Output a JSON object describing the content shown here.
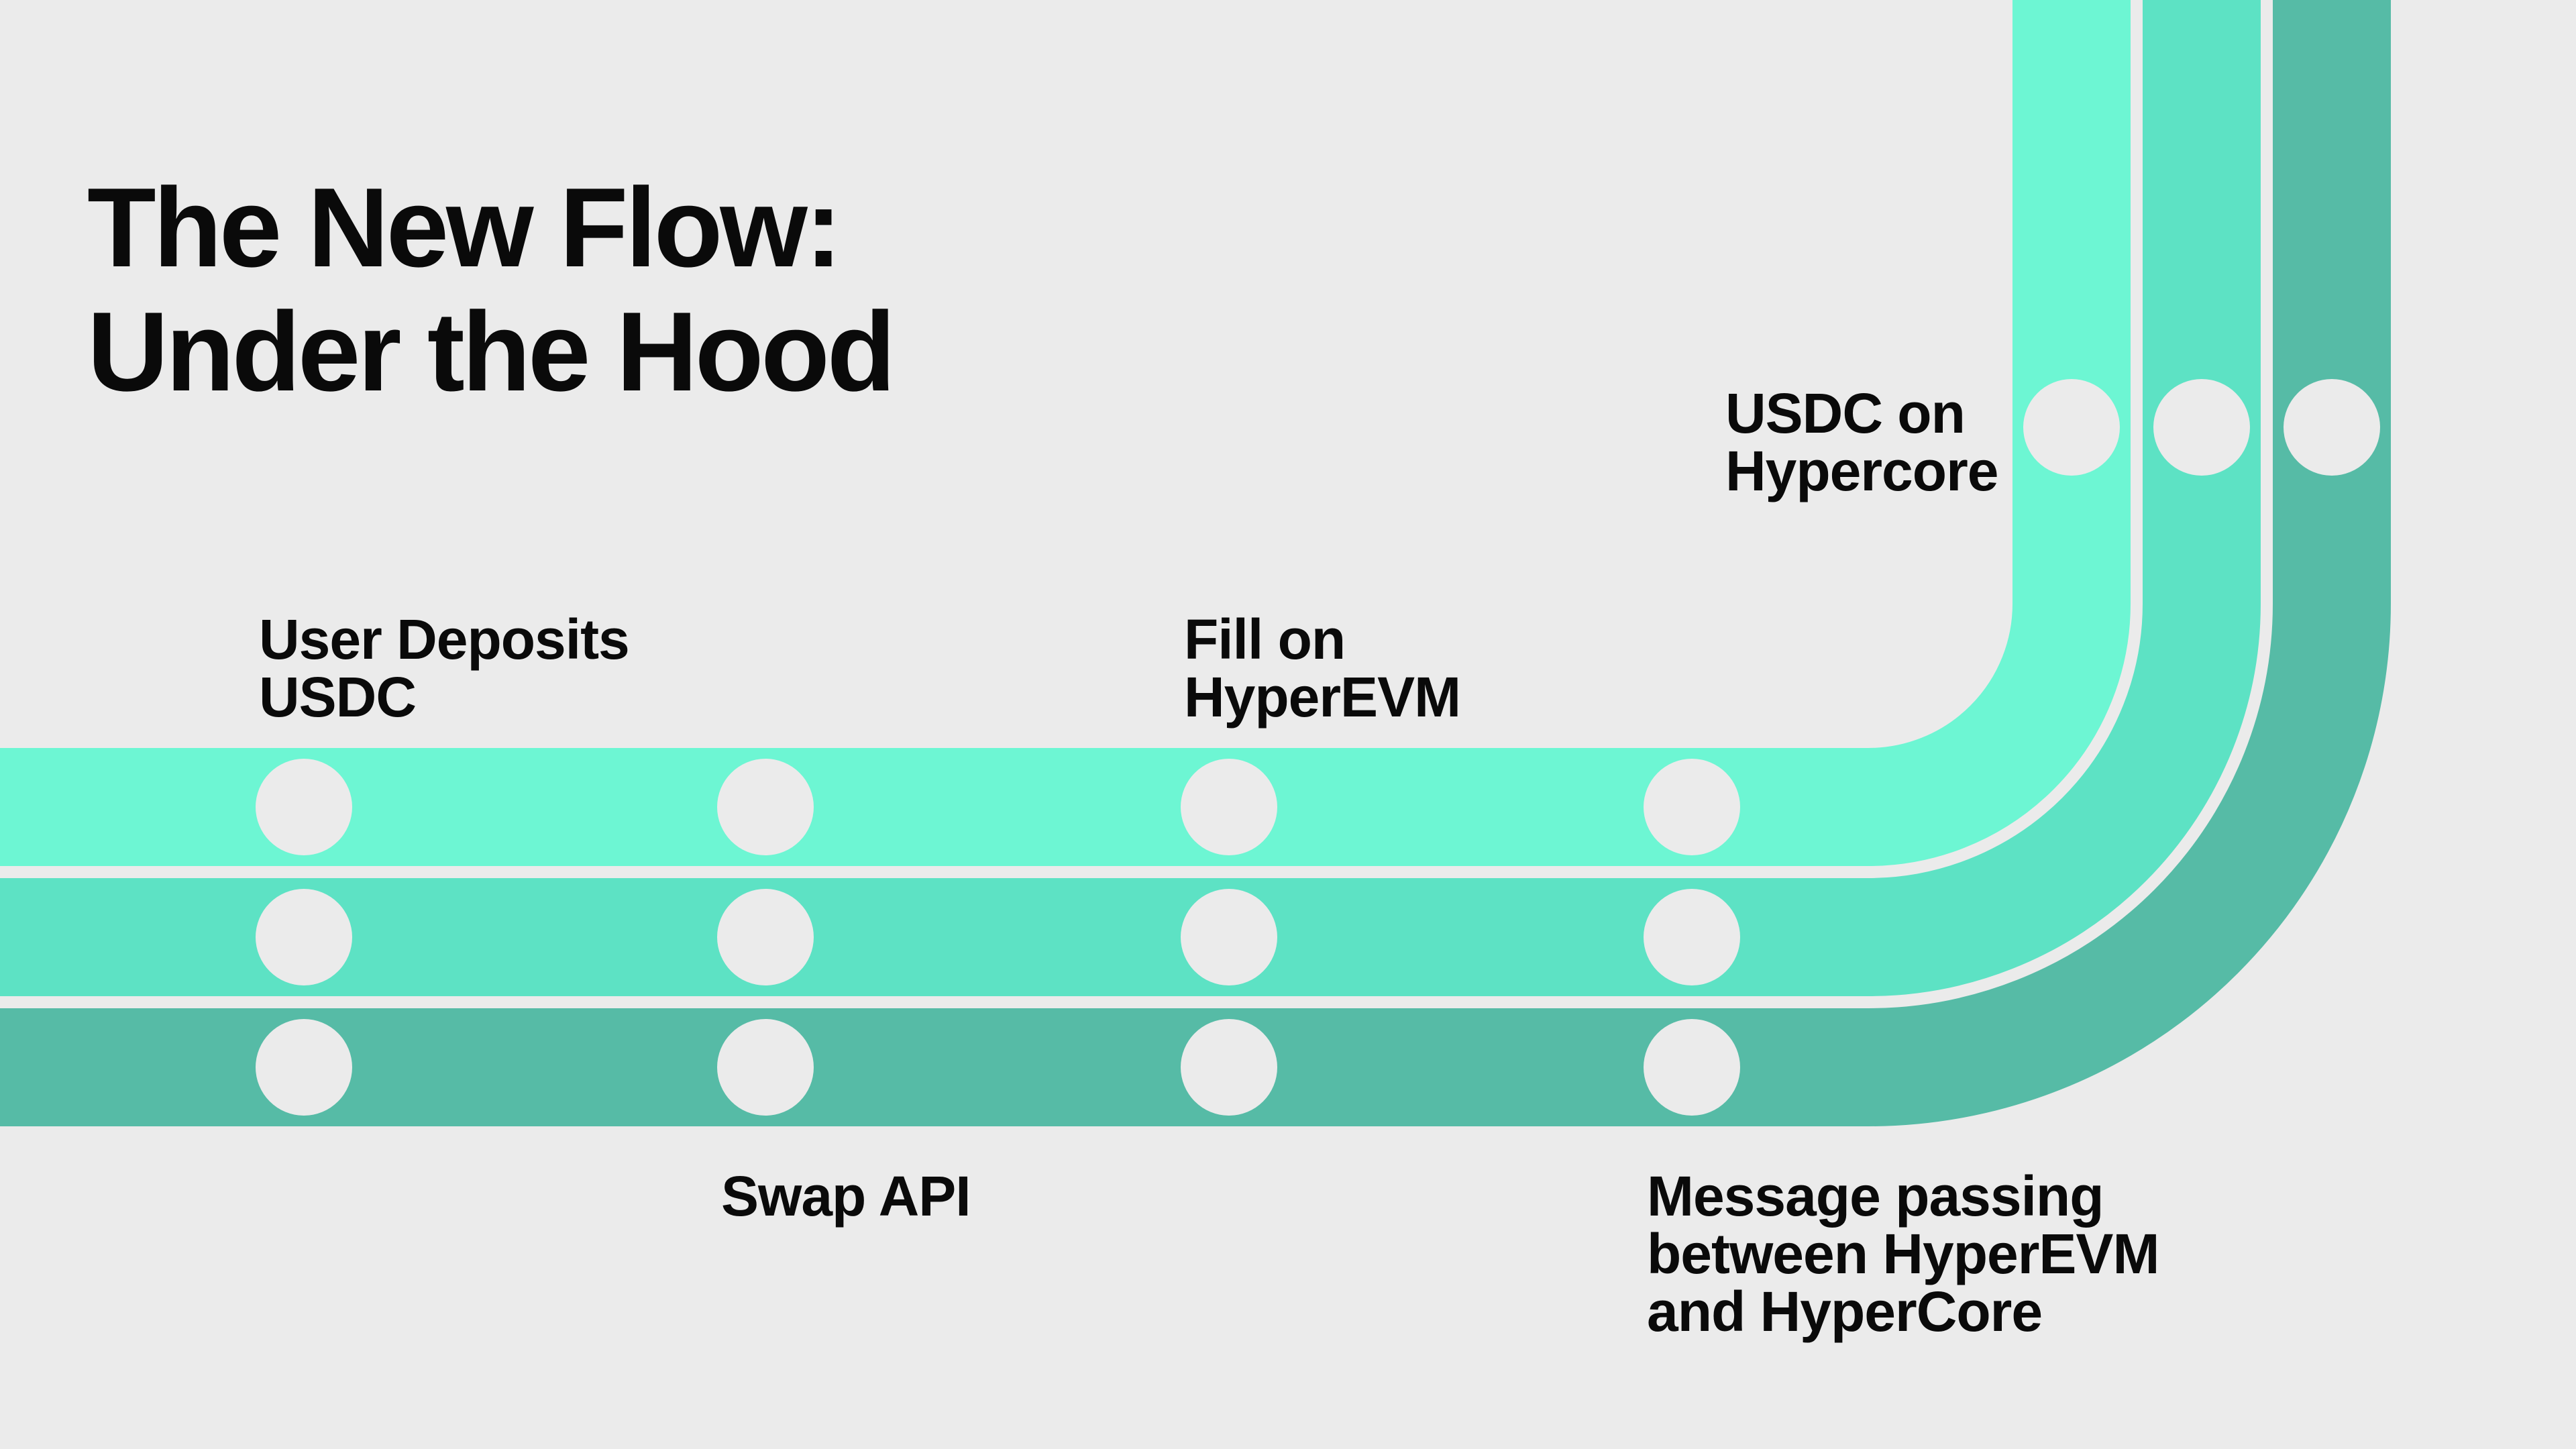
{
  "title": {
    "lines": [
      "The New Flow:",
      "Under the Hood"
    ]
  },
  "colors": {
    "background": "#EBEBEB",
    "text": "#0A0A0A",
    "line_top": "#6DF6D3",
    "line_middle": "#5DE2C4",
    "line_bottom": "#56BBA6",
    "station_dot": "#EBEBEB"
  },
  "flow": {
    "lines": [
      {
        "id": "line-top",
        "color": "#6DF6D3"
      },
      {
        "id": "line-middle",
        "color": "#5DE2C4"
      },
      {
        "id": "line-bottom",
        "color": "#56BBA6"
      }
    ],
    "stations": [
      {
        "id": "user-deposits",
        "position": "above-line",
        "label_lines": [
          "User Deposits",
          "USDC"
        ]
      },
      {
        "id": "swap-api",
        "position": "below-line",
        "label_lines": [
          "Swap API"
        ]
      },
      {
        "id": "fill-on-hyperevm",
        "position": "above-line",
        "label_lines": [
          "Fill on",
          "HyperEVM"
        ]
      },
      {
        "id": "message-passing",
        "position": "below-line",
        "label_lines": [
          "Message passing",
          "between HyperEVM",
          "and HyperCore"
        ]
      },
      {
        "id": "usdc-on-hypercore",
        "position": "left-of-line",
        "label_lines": [
          "USDC on",
          "Hypercore"
        ]
      }
    ]
  }
}
